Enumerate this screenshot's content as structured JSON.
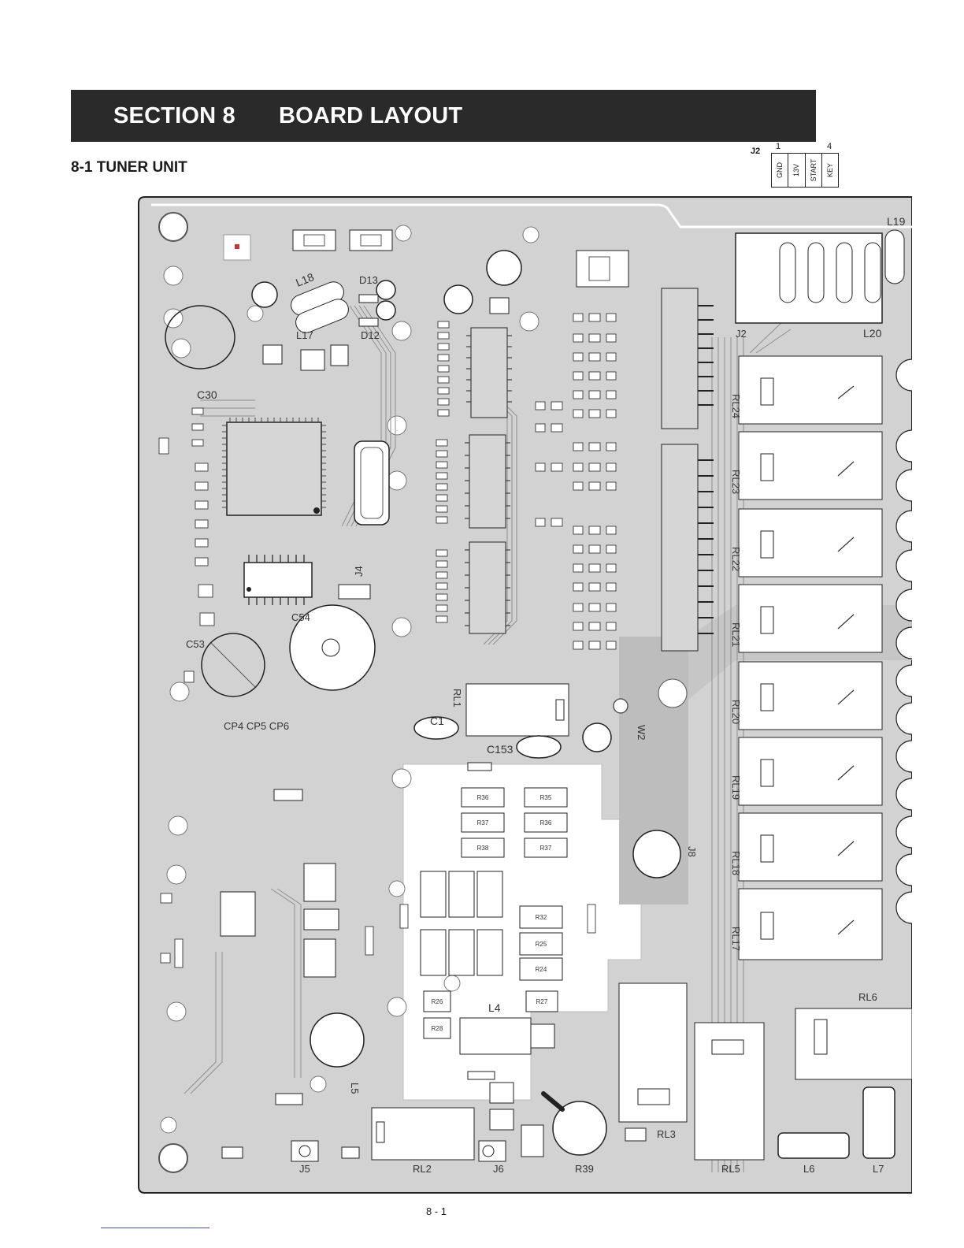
{
  "header": {
    "section": "SECTION 8",
    "title": "BOARD LAYOUT"
  },
  "subheading": "8-1 TUNER UNIT",
  "connector": {
    "name": "J2",
    "first_pin": "1",
    "last_pin": "4",
    "pins": [
      "GND",
      "13V",
      "START",
      "KEY"
    ]
  },
  "board": {
    "labels": {
      "l18": "L18",
      "d13": "D13",
      "l17": "L17",
      "d12": "D12",
      "c30": "C30",
      "j4": "J4",
      "c54": "C54",
      "c53": "C53",
      "cp4": "CP4 CP5 CP6",
      "rl1": "RL1",
      "c1": "C1",
      "c153": "C153",
      "w2": "W2",
      "j8": "J8",
      "l19": "L19",
      "l20": "L20",
      "j2": "J2",
      "l4": "L4",
      "l5": "L5",
      "rl3": "RL3",
      "rl6": "RL6",
      "j5": "J5",
      "rl2": "RL2",
      "j6": "J6",
      "r39": "R39",
      "rl5": "RL5",
      "l6": "L6",
      "l7": "L7"
    },
    "relays": [
      "RL24",
      "RL23",
      "RL22",
      "RL21",
      "RL20",
      "RL19",
      "RL18",
      "RL17"
    ],
    "resistors": {
      "r36": "R36",
      "r35": "R35",
      "r37": "R37",
      "r36b": "R36",
      "r38": "R38",
      "r37b": "R37",
      "r32": "R32",
      "r25": "R25",
      "r24": "R24",
      "r26": "R26",
      "r27": "R27",
      "r28": "R28"
    }
  },
  "page_number": "8 - 1"
}
